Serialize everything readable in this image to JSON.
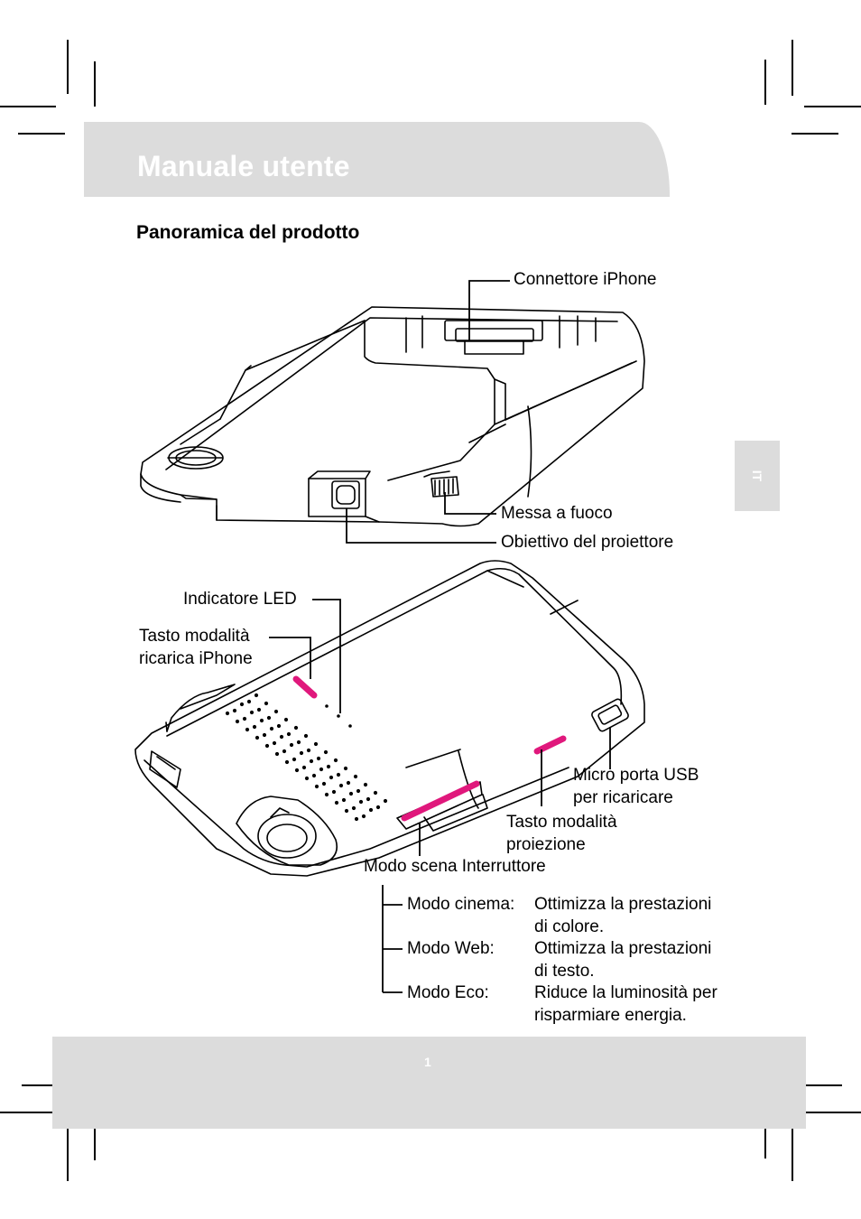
{
  "header": {
    "title": "Manuale utente"
  },
  "section": {
    "title": "Panoramica del prodotto"
  },
  "side_tab": {
    "label": "IT"
  },
  "labels": {
    "connector": "Connettore iPhone",
    "focus": "Messa a fuoco",
    "lens": "Obiettivo del proiettore",
    "led": "Indicatore LED",
    "charge_mode_line1": "Tasto modalità",
    "charge_mode_line2": "ricarica iPhone",
    "usb_line1": "Micro porta USB",
    "usb_line2": "per ricaricare",
    "projection_line1": "Tasto modalità",
    "projection_line2": "proiezione",
    "scene_switch": "Modo scena Interruttore"
  },
  "modes": [
    {
      "name": "Modo cinema:",
      "desc_line1": "Ottimizza la prestazioni",
      "desc_line2": "di colore."
    },
    {
      "name": "Modo Web:",
      "desc_line1": "Ottimizza la prestazioni",
      "desc_line2": "di testo."
    },
    {
      "name": "Modo Eco:",
      "desc_line1": "Riduce la luminosità per",
      "desc_line2": "risparmiare energia."
    }
  ],
  "footer": {
    "page": "1"
  },
  "colors": {
    "band": "#dcdcdc",
    "highlight": "#e0187c"
  }
}
